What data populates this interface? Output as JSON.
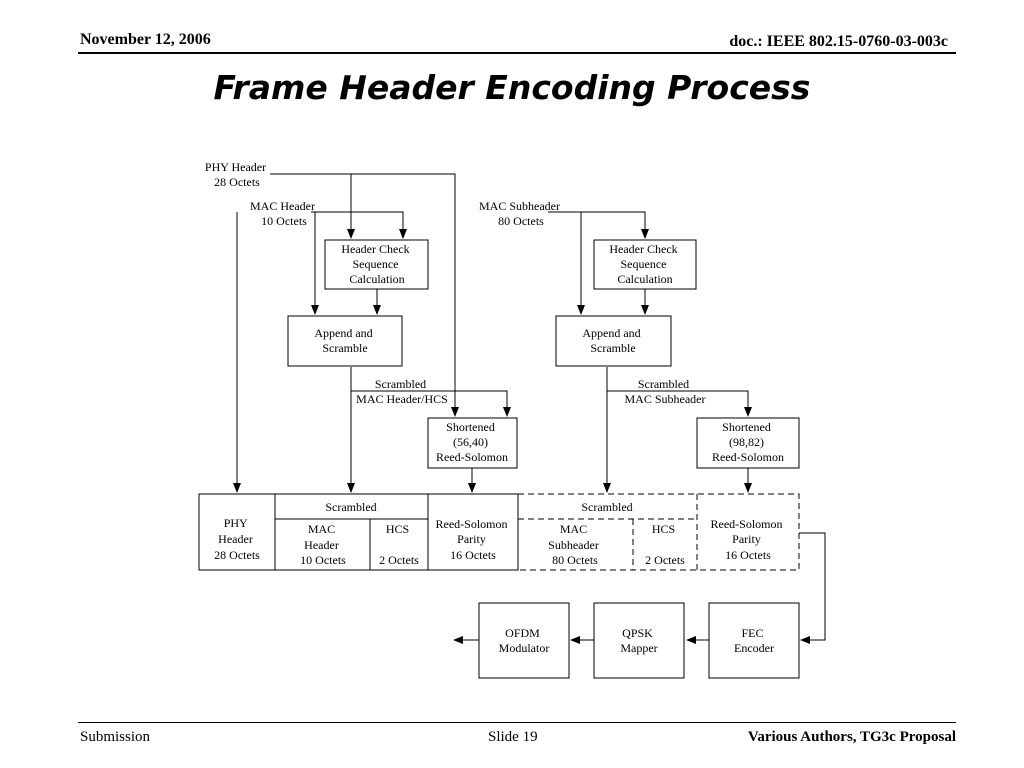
{
  "header": {
    "date": "November 12, 2006",
    "doc_id": "doc.: IEEE 802.15-0760-03-003c"
  },
  "title": "Frame Header Encoding Process",
  "diagram": {
    "inputs": {
      "phy_header": [
        "PHY Header",
        "28 Octets"
      ],
      "mac_header": [
        "MAC Header",
        "10 Octets"
      ],
      "mac_subheader": [
        "MAC Subheader",
        "80 Octets"
      ]
    },
    "hcs_left": [
      "Header Check",
      "Sequence",
      "Calculation"
    ],
    "hcs_right": [
      "Header Check",
      "Sequence",
      "Calculation"
    ],
    "append_left": [
      "Append and",
      "Scramble"
    ],
    "append_right": [
      "Append and",
      "Scramble"
    ],
    "scrambled_left_label": [
      "Scrambled",
      "MAC Header/HCS"
    ],
    "scrambled_right_label": [
      "Scrambled",
      "MAC Subheader"
    ],
    "rs_left": [
      "Shortened",
      "(56,40)",
      "Reed-Solomon"
    ],
    "rs_right": [
      "Shortened",
      "(98,82)",
      "Reed-Solomon"
    ],
    "frame": {
      "phy": [
        "PHY",
        "Header",
        "28 Octets"
      ],
      "scrambled_left": "Scrambled",
      "mac_header": [
        "MAC",
        "Header",
        "10 Octets"
      ],
      "hcs_left": [
        "HCS",
        "2 Octets"
      ],
      "parity_left": [
        "Reed-Solomon",
        "Parity",
        "16 Octets"
      ],
      "scrambled_right": "Scrambled",
      "mac_subheader": [
        "MAC",
        "Subheader",
        "80 Octets"
      ],
      "hcs_right": [
        "HCS",
        "2 Octets"
      ],
      "parity_right": [
        "Reed-Solomon",
        "Parity",
        "16 Octets"
      ]
    },
    "fec": [
      "FEC",
      "Encoder"
    ],
    "qpsk": [
      "QPSK",
      "Mapper"
    ],
    "ofdm": [
      "OFDM",
      "Modulator"
    ]
  },
  "footer": {
    "left": "Submission",
    "slide": "Slide 19",
    "authors": "Various Authors, TG3c Proposal"
  }
}
